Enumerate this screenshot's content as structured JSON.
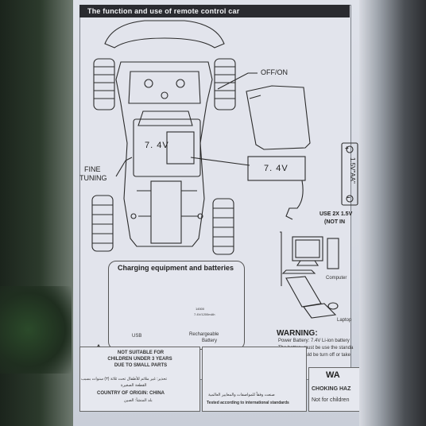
{
  "header": {
    "title": "The function and use of remote control car"
  },
  "car_labels": {
    "off_on": "OFF/ON",
    "fine_tuning_line1": "FINE",
    "fine_tuning_line2": "TUNING",
    "battery_voltage_in_car": "7. 4V",
    "battery_voltage_pack": "7. 4V"
  },
  "aa_battery": {
    "plus": "+",
    "label": "1.5V\"AA\"",
    "minus": "−",
    "use_text": "USE 2X 1.5V",
    "not_included": "(NOT IN"
  },
  "charging_panel": {
    "title": "Charging equipment and batteries",
    "usb_label": "USB",
    "rechargeable_line1": "Rechargeable",
    "rechargeable_line2": "Battery",
    "battery_sticker_line1": "14500",
    "battery_sticker_line2": "7.4V/1200mAh"
  },
  "devices": {
    "computer": "Computer",
    "laptop": "Laptop"
  },
  "warning": {
    "title": "WARNING:",
    "lines": [
      "Power Battery: 7.4V Li-ion battery",
      "The battery must be use the standa",
      "The toys should be turn off or take"
    ]
  },
  "age_warning": {
    "line1": "NOT SUITABLE FOR",
    "line2": "CHILDREN UNDER 3 YEARS",
    "line3": "DUE TO SMALL PARTS",
    "arabic_line1": "تحذير: غير ملائم للأطفال تحت ثلاثة (٣) سنوات بسبب",
    "arabic_line2": "القطعة الصغيرة",
    "origin": "COUNTRY OF ORIGIN: CHINA",
    "arabic_origin": "بلد المنشأ: الصين"
  },
  "standards": {
    "arabic": "صنعت وفقاً للمواصفات والمعايير العالمية",
    "english": "Tested according to international standards"
  },
  "choking": {
    "title": "WA",
    "line1": "CHOKING HAZ",
    "line2": "Not for children"
  }
}
